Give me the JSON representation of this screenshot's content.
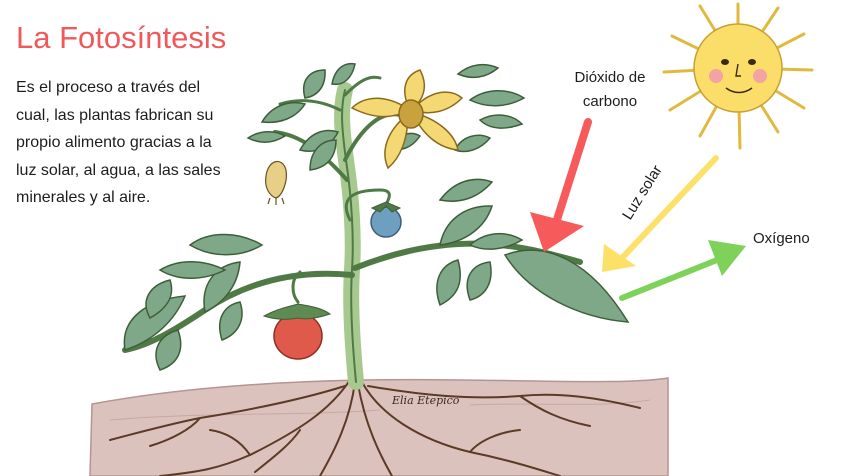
{
  "title": "La Fotosíntesis",
  "description": "Es el proceso a través del cual, las plantas fabrican su propio alimento gracias a la luz solar, al agua, a las sales minerales y al aire.",
  "labels": {
    "carbon_dioxide": "Dióxido de carbono",
    "sunlight": "Luz solar",
    "oxygen": "Oxígeno"
  },
  "signature": "Elia Etepico",
  "colors": {
    "title": "#f0595b",
    "co2_arrow": "#f65a5a",
    "sun_arrow": "#fde068",
    "oxygen_arrow": "#7ed25a",
    "soil": "#d8bcb7",
    "leaf": "#7ea887",
    "sun": "#fbde6a"
  }
}
